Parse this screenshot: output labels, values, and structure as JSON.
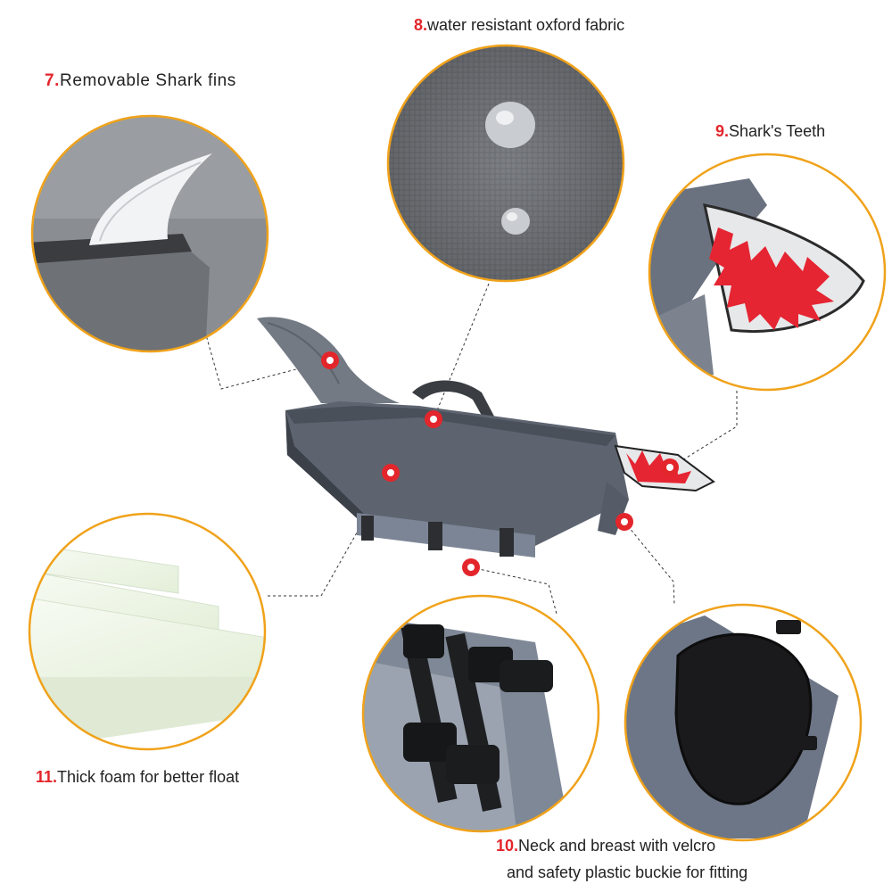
{
  "colors": {
    "accent_ring": "#f0a21a",
    "callout_number": "#e3262b",
    "marker": "#e3262b",
    "vest_body": "#5d6470",
    "fin": "#737a84",
    "teeth": "#e52532",
    "foam": "#eef5e8"
  },
  "callouts": {
    "fins": {
      "number": "7.",
      "text": "Removable Shark fins"
    },
    "fabric": {
      "number": "8.",
      "text": "water resistant oxford fabric"
    },
    "teeth": {
      "number": "9.",
      "text": "Shark's Teeth"
    },
    "velcro": {
      "number": "10.",
      "text": "Neck and breast with velcro",
      "text_line2": "and safety plastic buckie for fitting"
    },
    "foam": {
      "number": "11.",
      "text": "Thick foam for better float"
    }
  },
  "images": {
    "fin_detail": "shark-fin-closeup",
    "fabric_detail": "oxford-fabric-water-droplets",
    "teeth_detail": "shark-teeth-closeup",
    "foam_detail": "foam-layers",
    "buckle_detail": "plastic-buckle-straps",
    "velcro_detail": "velcro-neck-panel",
    "product": "shark-dog-life-jacket"
  }
}
